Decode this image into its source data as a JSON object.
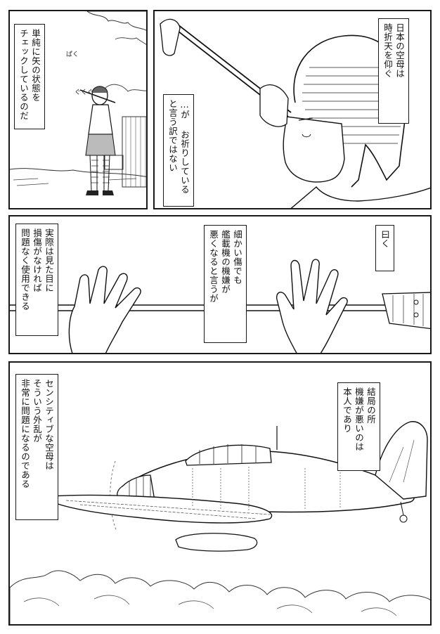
{
  "page": {
    "panel1": {
      "caption_lines": [
        "単純に矢の状態を",
        "チェックしているのだ"
      ],
      "sfx": "ぐくぐ",
      "sfx2": "ぱく"
    },
    "panel2": {
      "caption_right_lines": [
        "日本の空母は",
        "時折天を仰ぐ"
      ],
      "caption_left_lines": [
        "…が お祈りしている",
        "と言う訳ではない"
      ]
    },
    "panel3": {
      "caption_right": "曰く",
      "caption_mid_lines": [
        "細かい傷でも",
        "艦載機の機嫌が",
        "悪くなると言うが"
      ],
      "caption_left_lines": [
        "実際は見た目に",
        "損傷がなければ",
        "問題なく使用できる"
      ]
    },
    "panel4": {
      "caption_right_lines": [
        "結局の所",
        "機嫌が悪いのは",
        "本人であり"
      ],
      "caption_left_lines": [
        "センシティブな空母は",
        "そういう外乱が",
        "非常に問題になるのである"
      ]
    }
  }
}
